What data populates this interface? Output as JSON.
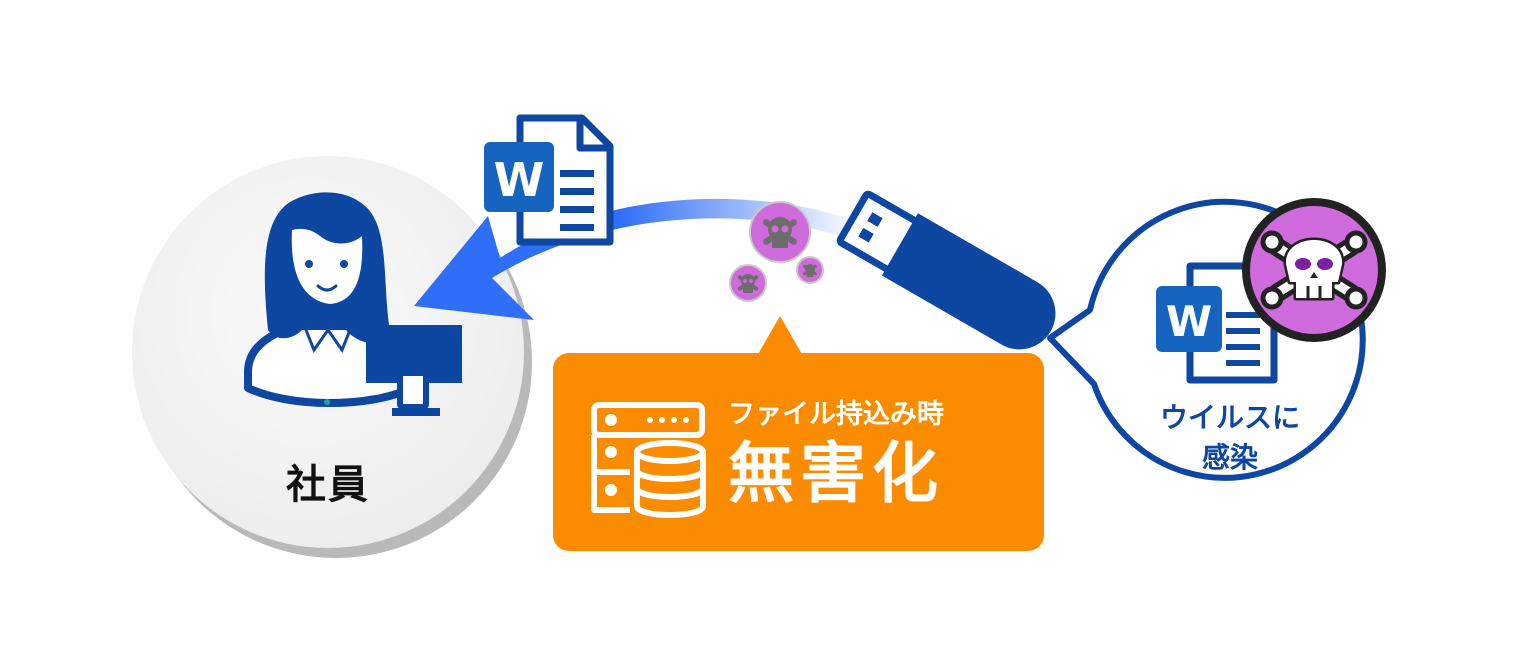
{
  "employee": {
    "label": "社員"
  },
  "infected": {
    "label_line1": "ウイルスに",
    "label_line2": "感染"
  },
  "sanitize": {
    "subtitle": "ファイル持込み時",
    "title": "無害化"
  },
  "word_icon": {
    "letter": "W"
  },
  "colors": {
    "navy": "#0d47a1",
    "blue": "#1565c0",
    "arrow_blue": "#2f6ef7",
    "orange": "#fb8c00",
    "virus_purple": "#cf6bdc",
    "circle_gray": "#f2f2f2",
    "shadow_gray": "#bdbdbd"
  },
  "icons": [
    "person-icon",
    "monitor-icon",
    "word-document-icon",
    "usb-drive-icon",
    "skull-icon",
    "server-database-icon"
  ]
}
